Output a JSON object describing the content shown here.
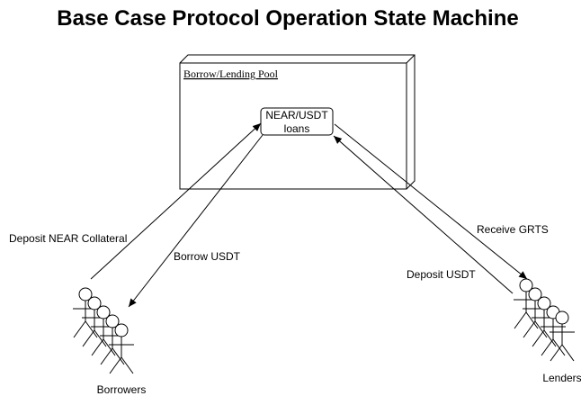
{
  "title": "Base Case Protocol Operation State Machine",
  "pool": {
    "label": "Borrow/Lending Pool",
    "loans_line1": "NEAR/USDT",
    "loans_line2": "loans"
  },
  "edges": {
    "deposit_collateral": "Deposit NEAR Collateral",
    "borrow": "Borrow USDT",
    "receive_grts": "Receive GRTS",
    "deposit_usdt": "Deposit USDT"
  },
  "actors": {
    "borrowers": "Borrowers",
    "lenders": "Lenders"
  }
}
